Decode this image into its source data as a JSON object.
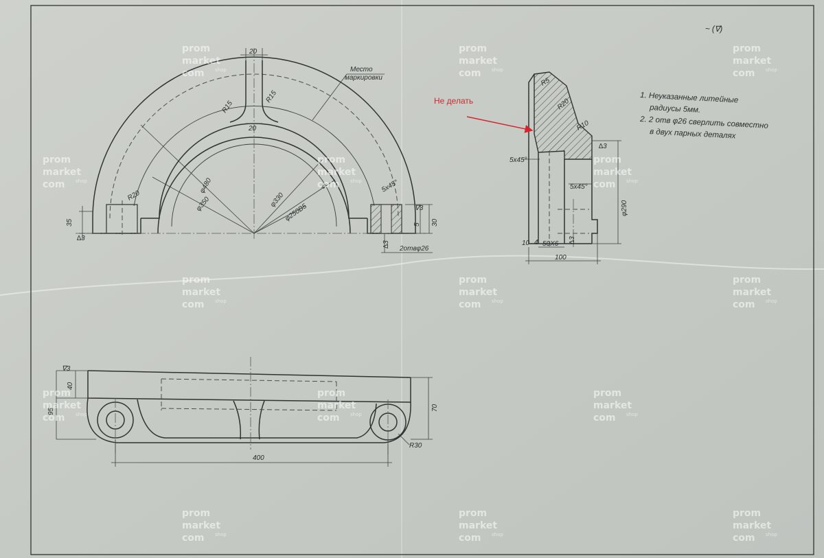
{
  "watermark": {
    "lines": [
      "prom",
      "market",
      "com"
    ],
    "suffix": "shop"
  },
  "annotation": {
    "text": "Не делать",
    "color": "#d4262c"
  },
  "corner_mark": "~ (∇)",
  "notes": [
    "1. Неуказанные литейные",
    "радиусы 5мм.",
    "2. 2 отв φ26 сверлить совместно",
    "в двух парных деталях"
  ],
  "top_view": {
    "dim_top_width": "20",
    "dim_rib_width": "20",
    "place_label_1": "Место",
    "place_label_2": "маркировки",
    "r15_left": "R15",
    "r15_right": "R15",
    "r20": "R20",
    "d480": "φ480",
    "d350": "φ350",
    "d330": "φ330",
    "d250": "φ250В5",
    "d_small": "4",
    "c5x45": "5x45°",
    "h35": "35",
    "d3_left": "∆3",
    "v3_right": "∇3",
    "d5": "5",
    "d30": "30",
    "d3_bottom": "∆3",
    "holes": "2отвφ26"
  },
  "section_view": {
    "r5": "R5",
    "r20": "R20",
    "r10": "R10",
    "d3": "∆3",
    "c5x45_left": "5x45°",
    "c5x45_right": "5x45°",
    "d290": "φ290",
    "d10": "10",
    "d50": "50Х6",
    "d3_small": "∆3",
    "d4": "4",
    "d100": "100"
  },
  "front_view": {
    "v3": "∇3",
    "d40": "40",
    "d95": "95",
    "d70": "70",
    "d400": "400",
    "r30": "R30"
  }
}
